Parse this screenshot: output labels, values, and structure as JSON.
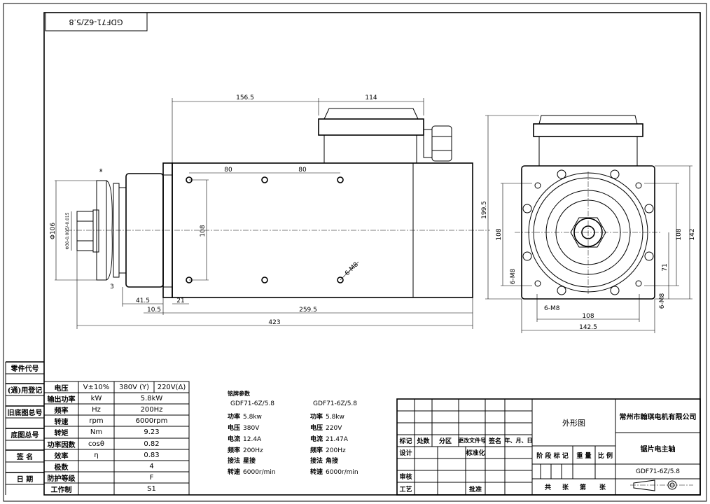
{
  "title_tag": "GDF71-6Z/5.8",
  "dimensions": {
    "side": {
      "d156_5": "156.5",
      "d114": "114",
      "d80a": "80",
      "d80b": "80",
      "d108": "108",
      "d6m8": "6-M8",
      "d8": "8",
      "d106": "Φ106",
      "d30": "Φ30-0.005/-0.015",
      "d3": "3",
      "d41_5": "41.5",
      "d10_5": "10.5",
      "d21": "21",
      "d259_5": "259.5",
      "d423": "423"
    },
    "end": {
      "d199_5": "199.5",
      "d108l": "108",
      "d108r": "108",
      "d142": "142",
      "d71": "71",
      "d6m8l": "6-M8",
      "d6m8b": "6-M8",
      "d6m8r": "6-M8",
      "d108b": "108",
      "d142_5": "142.5"
    }
  },
  "left_column": [
    "零件代号",
    "(通)用登记",
    "旧底图总号",
    "底图总号",
    "签 名",
    "日 期"
  ],
  "param_table": {
    "rows": [
      {
        "name": "电压",
        "unit": "V±10%",
        "value": "380V (Y)",
        "value2": "220V(Δ)"
      },
      {
        "name": "输出功率",
        "unit": "kW",
        "value": "5.8kW"
      },
      {
        "name": "频率",
        "unit": "Hz",
        "value": "200Hz"
      },
      {
        "name": "转速",
        "unit": "rpm",
        "value": "6000rpm"
      },
      {
        "name": "转矩",
        "unit": "Nm",
        "value": "9.23"
      },
      {
        "name": "功率因数",
        "unit": "cosθ",
        "value": "0.82"
      },
      {
        "name": "效率",
        "unit": "η",
        "value": "0.83"
      },
      {
        "name": "极数",
        "unit": "",
        "value": "4"
      },
      {
        "name": "防护等级",
        "unit": "",
        "value": "F"
      },
      {
        "name": "工作制",
        "unit": "",
        "value": "S1"
      }
    ]
  },
  "nameplate": {
    "heading": "铭牌参数",
    "left": [
      [
        "",
        "GDF71-6Z/5.8"
      ],
      [
        "功率",
        "5.8kw"
      ],
      [
        "电压",
        "380V"
      ],
      [
        "电流",
        "12.4A"
      ],
      [
        "频率",
        "200Hz"
      ],
      [
        "接法",
        "星接"
      ],
      [
        "转速",
        "6000r/min"
      ]
    ],
    "right": [
      [
        "",
        "GDF71-6Z/5.8"
      ],
      [
        "功率",
        "5.8kw"
      ],
      [
        "电压",
        "220V"
      ],
      [
        "电流",
        "21.47A"
      ],
      [
        "频率",
        "200Hz"
      ],
      [
        "接法",
        "角接"
      ],
      [
        "转速",
        "6000r/min"
      ]
    ]
  },
  "title_block": {
    "rev_headers": [
      "标记",
      "处数",
      "分区",
      "更改文件号",
      "签名",
      "年、月、日"
    ],
    "design": "设计",
    "standardize": "标准化",
    "review": "审核",
    "process": "工艺",
    "approve": "批准",
    "drawing_type": "外形图",
    "stage_mark": "阶 段 标 记",
    "weight": "重 量",
    "scale": "比 例",
    "sheets": [
      "共",
      "张",
      "第",
      "张"
    ],
    "company": "常州市翰琪电机有限公司",
    "product": "锯片电主轴",
    "model": "GDF71-6Z/5.8"
  }
}
